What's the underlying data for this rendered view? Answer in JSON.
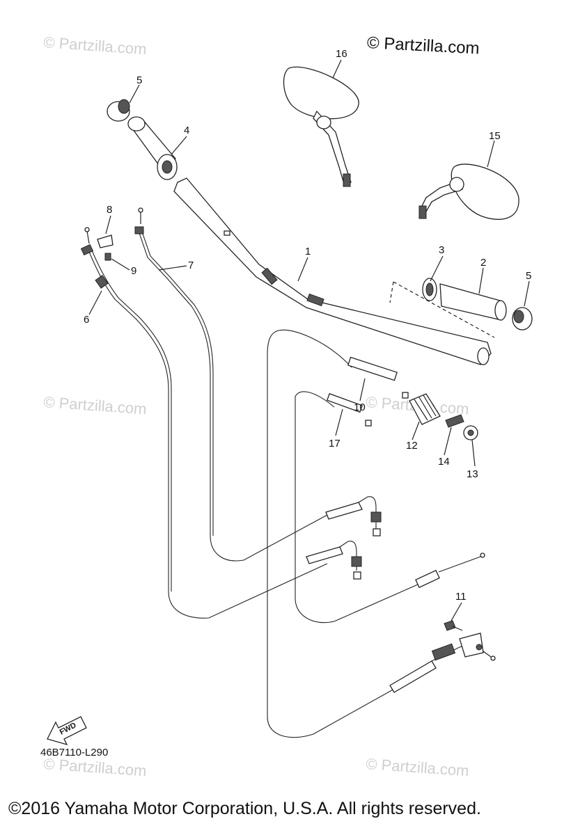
{
  "watermark": "© Partzilla.com",
  "copyright_top": "© Partzilla.com",
  "diagram_code": "46B7110-L290",
  "fwd_label": "FWD",
  "footer": "©2016 Yamaha Motor Corporation, U.S.A. All rights reserved.",
  "callouts": {
    "c1": "1",
    "c2": "2",
    "c3": "3",
    "c4": "4",
    "c5a": "5",
    "c5b": "5",
    "c6": "6",
    "c7": "7",
    "c8": "8",
    "c9": "9",
    "c10": "10",
    "c11": "11",
    "c12": "12",
    "c13": "13",
    "c14": "14",
    "c15": "15",
    "c16": "16",
    "c17": "17"
  },
  "colors": {
    "line": "#222222",
    "watermark": "#cfcfcf",
    "background": "#ffffff"
  }
}
